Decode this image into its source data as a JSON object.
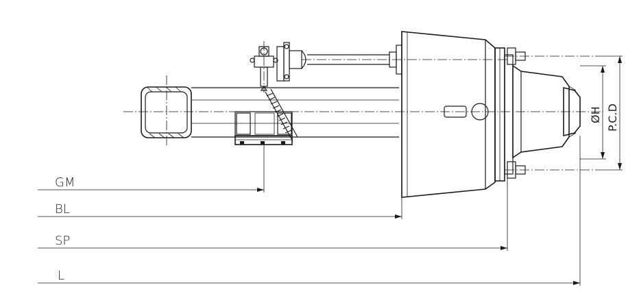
{
  "dimensions": {
    "gm": "GM",
    "bl": "BL",
    "sp": "SP",
    "l": "L",
    "oh": "ØH",
    "pcd": "P.C.D"
  }
}
